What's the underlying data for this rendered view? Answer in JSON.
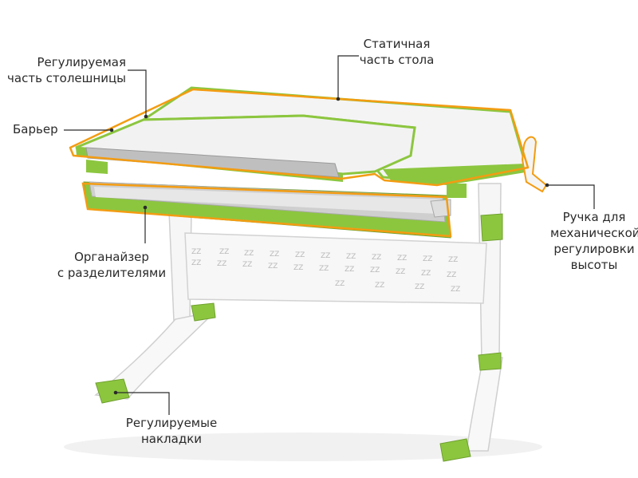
{
  "callouts": {
    "adjustable_top": {
      "line1": "Регулируемая",
      "line2": "часть столешницы"
    },
    "static_part": {
      "line1": "Статичная",
      "line2": "часть стола"
    },
    "barrier": {
      "line1": "Барьер"
    },
    "height_handle": {
      "line1": "Ручка для",
      "line2": "механической",
      "line3": "регулировки",
      "line4": "высоты"
    },
    "organizer": {
      "line1": "Органайзер",
      "line2": "с разделителями"
    },
    "pads": {
      "line1": "Регулируемые",
      "line2": "накладки"
    }
  },
  "colors": {
    "outline_accent": "#f39c12",
    "product_green": "#8cc63f",
    "leader_line": "#2a2a2a",
    "frame_white": "#f7f7f7",
    "frame_shadow": "#c9c9c9"
  }
}
